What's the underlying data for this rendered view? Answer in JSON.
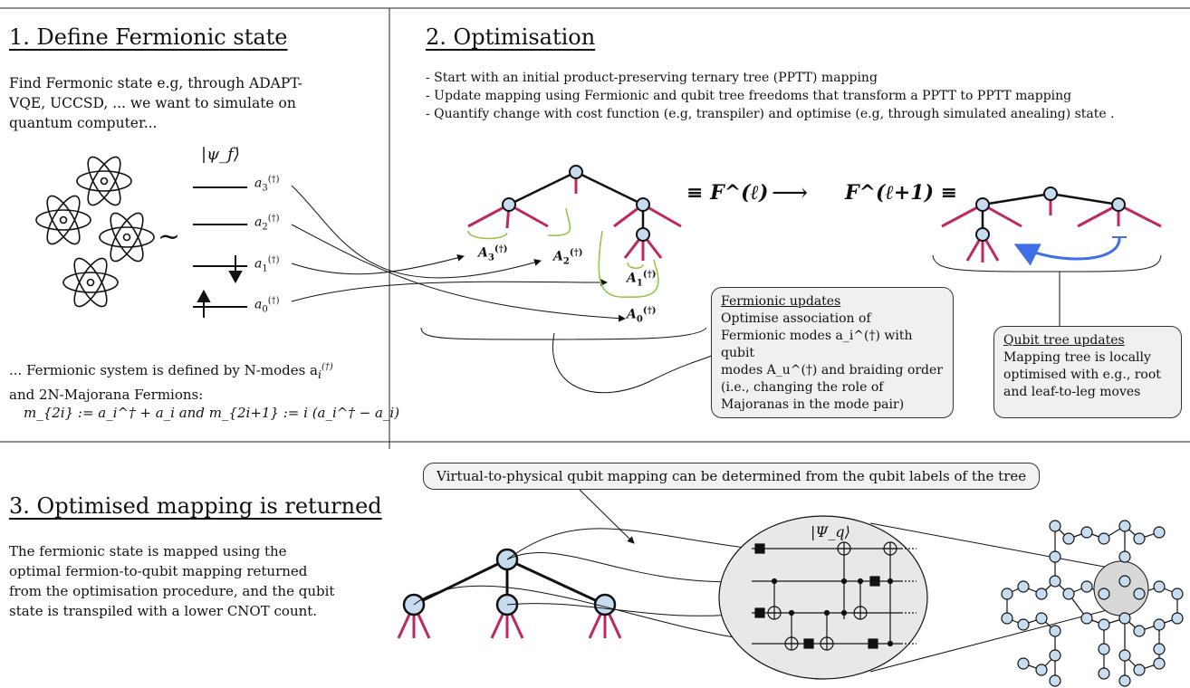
{
  "section1": {
    "heading": "1. Define Fermionic state",
    "intro_lines": [
      "Find Fermonic state e.g, through ADAPT-",
      "VQE, UCCSD, ... we want to simulate on",
      "quantum computer..."
    ],
    "state_label": "|ψ_f⟩",
    "tilde": "~",
    "modes": [
      {
        "op": "a",
        "sub": "3",
        "sup": "(†)"
      },
      {
        "op": "a",
        "sub": "2",
        "sup": "(†)"
      },
      {
        "op": "a",
        "sub": "1",
        "sup": "(†)"
      },
      {
        "op": "a",
        "sub": "0",
        "sup": "(†)"
      }
    ],
    "system_line1": "... Fermionic system is defined by N-modes a",
    "system_line1_sub": "i",
    "system_line1_sup": "(†)",
    "system_line2": "and 2N-Majorana Fermions:",
    "majorana_eq": "m_{2i} := a_i^† + a_i   and   m_{2i+1} := i (a_i^† − a_i)"
  },
  "section2": {
    "heading": "2. Optimisation",
    "bullets": [
      "-  Start with an initial product-preserving ternary tree (PPTT) mapping",
      "-  Update mapping using Fermionic and qubit tree freedoms that transform a PPTT to PPTT mapping",
      "-  Quantify change with cost function (e.g, transpiler) and optimise (e.g, through simulated anealing) state ."
    ],
    "qubit_modes": [
      {
        "op": "A",
        "sub": "3",
        "sup": "(†)"
      },
      {
        "op": "A",
        "sub": "2",
        "sup": "(†)"
      },
      {
        "op": "A",
        "sub": "1",
        "sup": "(†)"
      },
      {
        "op": "A",
        "sub": "0",
        "sup": "(†)"
      }
    ],
    "equiv_left": "≡ F^(ℓ)",
    "arrow": "⟶",
    "equiv_right": "F^(ℓ+1) ≡",
    "fermionic_box": {
      "title": "Fermionic updates",
      "lines": [
        "Optimise association of",
        "Fermionic modes a_i^(†) with qubit",
        "modes A_u^(†) and braiding order",
        "(i.e., changing the role of",
        "Majoranas in the mode pair)"
      ]
    },
    "qubit_box": {
      "title": "Qubit tree updates",
      "lines": [
        "Mapping tree is locally",
        "optimised with e.g., root",
        "and leaf-to-leg moves"
      ]
    }
  },
  "section3": {
    "heading": "3. Optimised mapping is returned",
    "text_lines": [
      "The fermionic state is mapped using the",
      "optimal fermion-to-qubit mapping returned",
      "from the optimisation procedure, and the qubit",
      "state is transpiled with a lower CNOT count."
    ],
    "virtual_box": "Virtual-to-physical qubit mapping can be determined from the qubit labels of the tree",
    "circuit_state_label": "|Ψ_q⟩"
  },
  "colors": {
    "node_fill": "#c7dcee",
    "leaf": "#c0275d",
    "green_brace": "#8dc63f",
    "blue_arrow": "#3f6fe6",
    "box_fill": "#f0f0f0"
  }
}
